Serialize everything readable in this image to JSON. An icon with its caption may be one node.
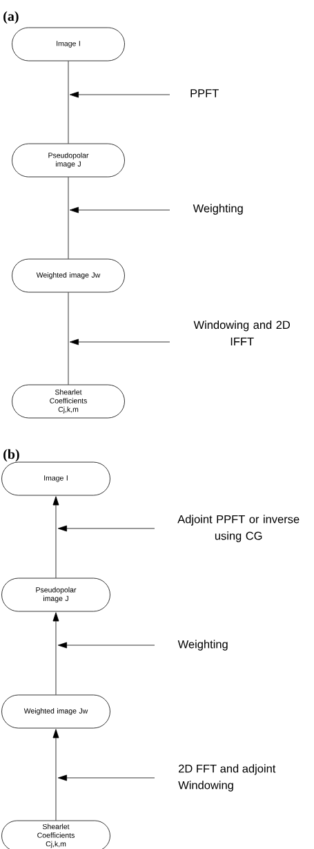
{
  "diagram": {
    "nodes": [
      {
        "text": [
          "Image I"
        ]
      },
      {
        "text": [
          "Pseudopolar image J"
        ]
      },
      {
        "text": [
          "Weighted image Jw"
        ]
      },
      {
        "text": [
          "Shearlet Coefficients Cj,k,m"
        ]
      },
      {
        "text": [
          "Image I"
        ]
      },
      {
        "text": [
          "Pseudopolar image J"
        ]
      },
      {
        "text": [
          "Weighted image Jw"
        ]
      },
      {
        "text": [
          "Shearlet Coefficients Cj,k,m"
        ]
      },
      {
        "text": [
          "PPFT"
        ]
      },
      {
        "text": [
          "Weighting"
        ]
      },
      {
        "text": [
          "Windowing and 2D IFFT"
        ]
      },
      {
        "text": [
          "Adjoint PPFT or inverse using CG"
        ]
      },
      {
        "text": [
          "Weighting"
        ]
      },
      {
        "text": [
          "2D FFT and adjoint Windowing"
        ]
      }
    ],
    "edges": [
      {
        "from": 0,
        "to": 1,
        "arrow": "none"
      },
      {
        "from": 8,
        "to": null,
        "arrow": "to"
      },
      {
        "from": 1,
        "to": 2,
        "arrow": "none"
      },
      {
        "from": 9,
        "to": null,
        "arrow": "to"
      },
      {
        "from": 2,
        "to": 3,
        "arrow": "none"
      },
      {
        "from": 10,
        "to": null,
        "arrow": "to"
      },
      {
        "from": 5,
        "to": 4,
        "arrow": "to"
      },
      {
        "from": 11,
        "to": null,
        "arrow": "to"
      },
      {
        "from": 6,
        "to": 5,
        "arrow": "to"
      },
      {
        "from": 12,
        "to": null,
        "arrow": "to"
      },
      {
        "from": 7,
        "to": 6,
        "arrow": "to"
      },
      {
        "from": 13,
        "to": null,
        "arrow": "to"
      }
    ],
    "labels": [
      "(a)",
      "(b)"
    ]
  }
}
